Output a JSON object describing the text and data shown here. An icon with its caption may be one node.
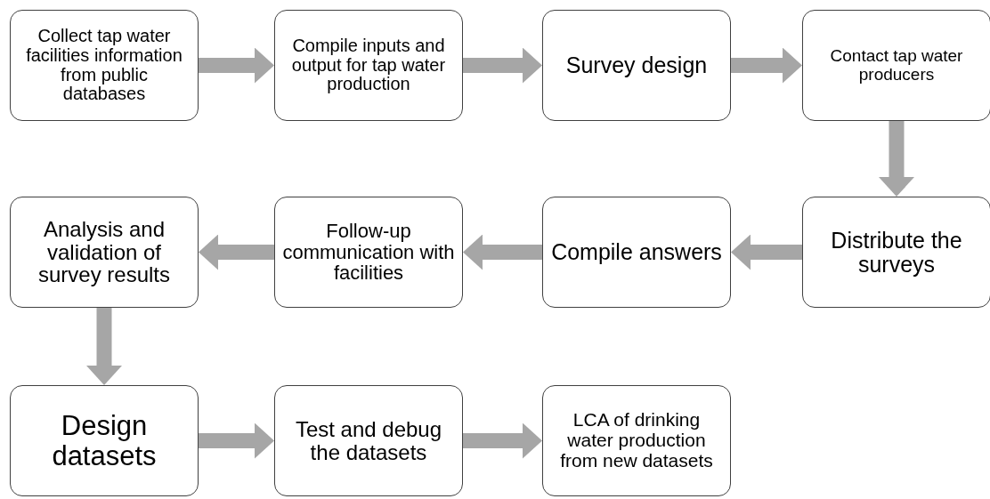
{
  "diagram": {
    "nodes": [
      {
        "text": [
          "Collect tap water facilities information from public databases"
        ]
      },
      {
        "text": [
          "Compile inputs and output for tap water production"
        ]
      },
      {
        "text": [
          "Survey design"
        ]
      },
      {
        "text": [
          "Contact tap water producers"
        ]
      },
      {
        "text": [
          "Analysis and validation of survey results"
        ]
      },
      {
        "text": [
          "Follow-up communication with facilities"
        ]
      },
      {
        "text": [
          "Compile answers"
        ]
      },
      {
        "text": [
          "Distribute the surveys"
        ]
      },
      {
        "text": [
          "Design datasets"
        ]
      },
      {
        "text": [
          "Test and debug the datasets"
        ]
      },
      {
        "text": [
          "LCA of drinking water production from new datasets"
        ]
      }
    ],
    "edges": [
      {
        "from": 0,
        "to": 1,
        "arrow": "to"
      },
      {
        "from": 1,
        "to": 2,
        "arrow": "to"
      },
      {
        "from": 2,
        "to": 3,
        "arrow": "to"
      },
      {
        "from": 3,
        "to": 7,
        "arrow": "to"
      },
      {
        "from": 7,
        "to": 6,
        "arrow": "to"
      },
      {
        "from": 6,
        "to": 5,
        "arrow": "to"
      },
      {
        "from": 5,
        "to": 4,
        "arrow": "to"
      },
      {
        "from": 4,
        "to": 8,
        "arrow": "to"
      },
      {
        "from": 8,
        "to": 9,
        "arrow": "to"
      },
      {
        "from": 9,
        "to": 10,
        "arrow": "to"
      }
    ]
  }
}
